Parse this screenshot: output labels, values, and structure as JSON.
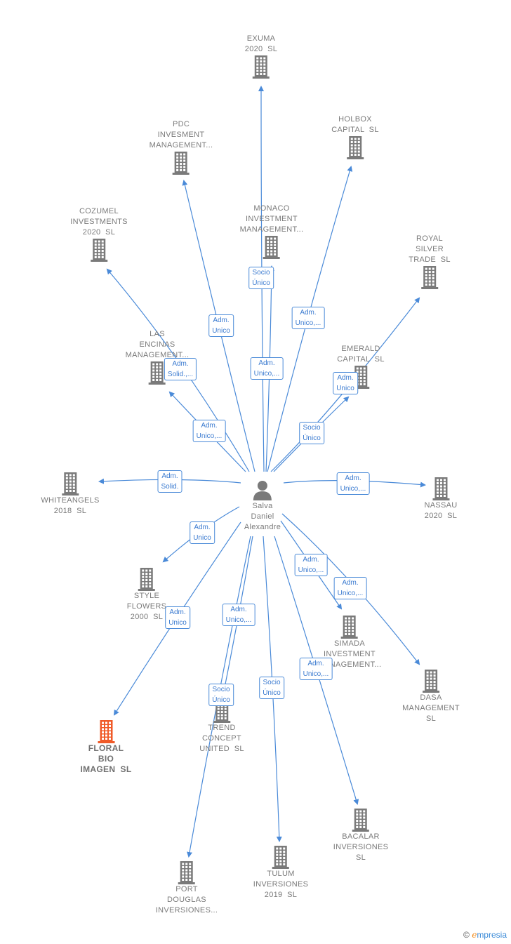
{
  "center": {
    "name": "Salva\nDaniel\nAlexandre"
  },
  "companies": [
    {
      "id": "exuma",
      "name": "EXUMA\n2020  SL"
    },
    {
      "id": "holbox",
      "name": "HOLBOX\nCAPITAL  SL"
    },
    {
      "id": "pdc",
      "name": "PDC\nINVESMENT\nMANAGEMENT..."
    },
    {
      "id": "monaco",
      "name": "MONACO\nINVESTMENT\nMANAGEMENT..."
    },
    {
      "id": "cozumel",
      "name": "COZUMEL\nINVESTMENTS\n2020  SL"
    },
    {
      "id": "royal",
      "name": "ROYAL\nSILVER\nTRADE  SL"
    },
    {
      "id": "lasencinas",
      "name": "LAS\nENCINAS\nMANAGEMENT..."
    },
    {
      "id": "emerald",
      "name": "EMERALD\nCAPITAL  SL"
    },
    {
      "id": "whiteangels",
      "name": "WHITEANGELS\n2018  SL"
    },
    {
      "id": "nassau",
      "name": "NASSAU\n2020  SL"
    },
    {
      "id": "style",
      "name": "STYLE\nFLOWERS\n2000  SL"
    },
    {
      "id": "simada",
      "name": "SIMADA\nINVESTMENT\nMANAGEMENT..."
    },
    {
      "id": "dasa",
      "name": "DASA\nMANAGEMENT\nSL"
    },
    {
      "id": "floral",
      "name": "FLORAL\nBIO\nIMAGEN  SL"
    },
    {
      "id": "trend",
      "name": "TREND\nCONCEPT\nUNITED  SL"
    },
    {
      "id": "bacalar",
      "name": "BACALAR\nINVERSIONES\nSL"
    },
    {
      "id": "tulum",
      "name": "TULUM\nINVERSIONES\n2019  SL"
    },
    {
      "id": "portdouglas",
      "name": "PORT\nDOUGLAS\nINVERSIONES..."
    }
  ],
  "edge_labels": [
    {
      "id": "exuma",
      "text": "Socio\nÚnico"
    },
    {
      "id": "holbox",
      "text": "Adm.\nUnico,..."
    },
    {
      "id": "pdc",
      "text": "Adm.\nUnico"
    },
    {
      "id": "monaco",
      "text": "Adm.\nUnico,..."
    },
    {
      "id": "cozumel",
      "text": "Adm.\nSolid.,..."
    },
    {
      "id": "lasencinas",
      "text": "Adm.\nUnico,..."
    },
    {
      "id": "emerald",
      "text": "Adm.\nUnico"
    },
    {
      "id": "royal",
      "text": "Socio\nÚnico"
    },
    {
      "id": "whiteangels",
      "text": "Adm.\nSolid."
    },
    {
      "id": "nassau",
      "text": "Adm.\nUnico,..."
    },
    {
      "id": "style",
      "text": "Adm.\nUnico"
    },
    {
      "id": "simada",
      "text": "Adm.\nUnico,..."
    },
    {
      "id": "dasa",
      "text": "Adm.\nUnico,..."
    },
    {
      "id": "floral",
      "text": "Adm.\nUnico"
    },
    {
      "id": "trend",
      "text": "Adm.\nUnico,..."
    },
    {
      "id": "portdouglas",
      "text": "Socio\nÚnico"
    },
    {
      "id": "tulum",
      "text": "Socio\nÚnico"
    },
    {
      "id": "bacalar",
      "text": "Adm.\nUnico,..."
    }
  ],
  "colors": {
    "edge": "#4a8ad8",
    "building": "#7a7a7a",
    "building_highlight": "#f05a28",
    "label_border": "#4a8ad8"
  },
  "footer": {
    "copyright": "©",
    "brand_initial": "e",
    "brand_rest": "mpresia"
  }
}
